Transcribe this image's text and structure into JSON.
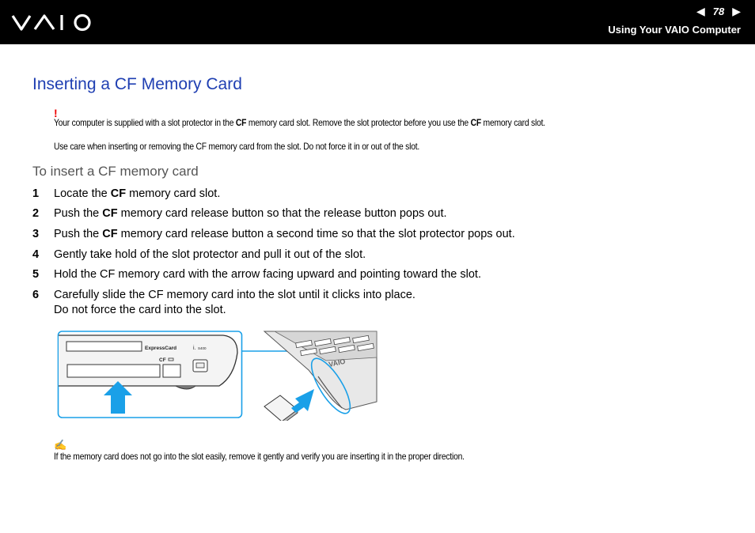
{
  "header": {
    "logo_text": "VAIO",
    "prev_icon": "left-triangle-arrow",
    "next_icon": "right-triangle-arrow",
    "page_number": "78",
    "section": "Using Your VAIO Computer"
  },
  "title": "Inserting a CF Memory Card",
  "warning": {
    "icon": "!",
    "lines": [
      [
        "Your computer is supplied with a slot protector in the ",
        "CF",
        " memory card slot. Remove the slot protector before you use the ",
        "CF",
        " memory card slot."
      ],
      [
        "Use care when inserting or removing the CF memory card from the slot. Do not force it in or out of the slot."
      ]
    ]
  },
  "subheading": "To insert a CF memory card",
  "steps": [
    {
      "num": "1",
      "parts": [
        "Locate the ",
        "CF",
        " memory card slot."
      ]
    },
    {
      "num": "2",
      "parts": [
        "Push the ",
        "CF",
        " memory card release button so that the release button pops out."
      ]
    },
    {
      "num": "3",
      "parts": [
        "Push the ",
        "CF",
        " memory card release button a second time so that the slot protector pops out."
      ]
    },
    {
      "num": "4",
      "parts": [
        "Gently take hold of the slot protector and pull it out of the slot."
      ]
    },
    {
      "num": "5",
      "parts": [
        "Hold the CF memory card with the arrow facing upward and pointing toward the slot."
      ]
    },
    {
      "num": "6",
      "parts": [
        "Carefully slide the CF memory card into the slot until it clicks into place.",
        "Do not force the card into the slot."
      ]
    }
  ],
  "illustration": {
    "expresscard_label": "ExpressCard",
    "cf_label": "CF",
    "ilink_label": "S400",
    "laptop_logo": "VAIO"
  },
  "memo": {
    "icon": "pencil-note",
    "text": "If the memory card does not go into the slot easily, remove it gently and verify you are inserting it in the proper direction."
  },
  "colors": {
    "accent": "#1f3fb2",
    "warning": "#e00000",
    "highlight": "#1aa0e8",
    "header_bg": "#000000"
  }
}
